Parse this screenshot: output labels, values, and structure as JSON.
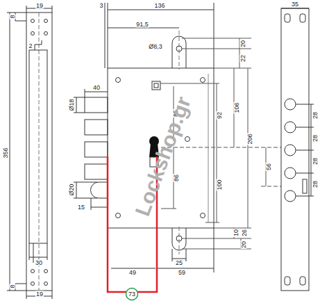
{
  "diagram": {
    "labels": [
      "19",
      "8",
      "356",
      "2",
      "30",
      "8",
      "19",
      "3",
      "136",
      "91,5",
      "Ø8,3",
      "20",
      "22",
      "40",
      "Ø18",
      "85",
      "92",
      "106",
      "206",
      "56",
      "86",
      "100",
      "Ø20",
      "15",
      "10",
      "26",
      "20",
      "25",
      "49",
      "59",
      "73",
      "35",
      "28",
      "28",
      "28",
      "28",
      "Lockshop.gr"
    ]
  }
}
